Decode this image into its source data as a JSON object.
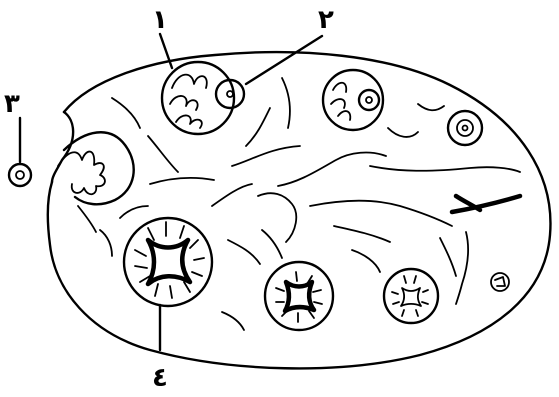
{
  "labels": {
    "one": "١",
    "two": "٢",
    "three": "٣",
    "four": "٤"
  },
  "colors": {
    "ink": "#000000",
    "paper": "#ffffff"
  }
}
